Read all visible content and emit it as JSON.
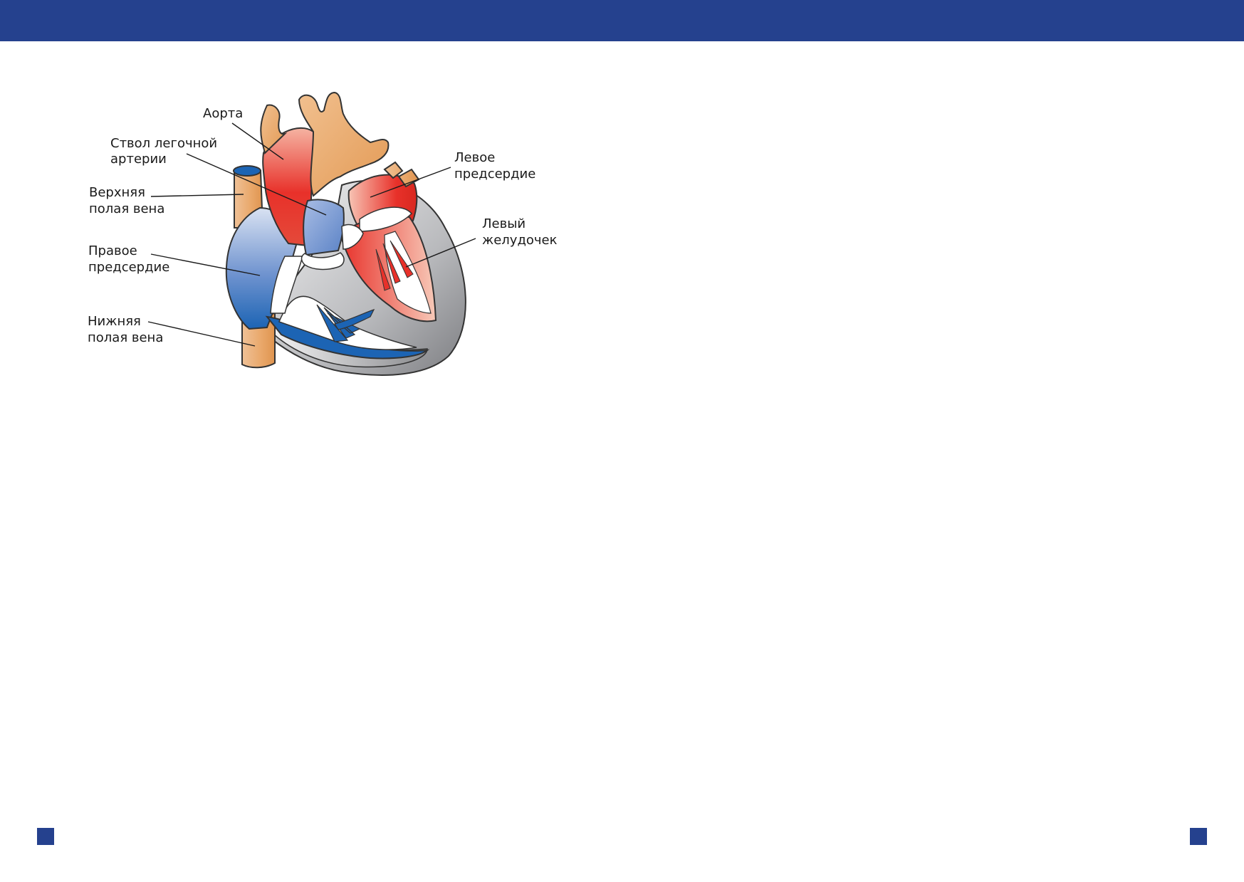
{
  "header": {
    "color": "#25418e"
  },
  "diagram": {
    "labels": {
      "aorta": "Аорта",
      "pulmonary_trunk_1": "Ствол легочной",
      "pulmonary_trunk_2": "артерии",
      "superior_vena_cava_1": "Верхняя",
      "superior_vena_cava_2": "полая вена",
      "right_atrium_1": "Правое",
      "right_atrium_2": "предсердие",
      "inferior_vena_cava_1": "Нижняя",
      "inferior_vena_cava_2": "полая вена",
      "left_atrium_1": "Левое",
      "left_atrium_2": "предсердие",
      "left_ventricle_1": "Левый",
      "left_ventricle_2": "желудочек"
    },
    "colors": {
      "oxygenated": "#e8312a",
      "deoxygenated": "#1c64b4",
      "vessel": "#e9a769",
      "wall": "#8c8d90"
    }
  }
}
